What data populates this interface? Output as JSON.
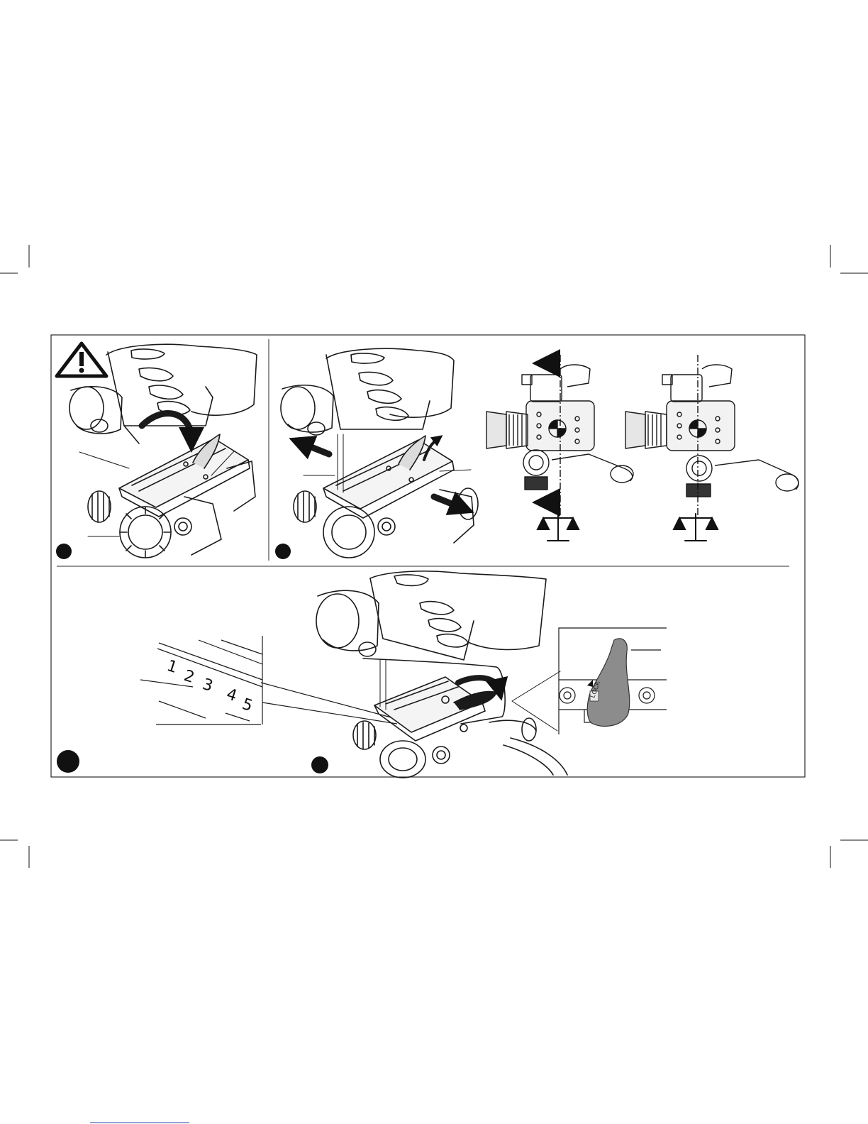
{
  "page": {
    "background": "#ffffff",
    "ink": "#1a1a1a",
    "panel_border": "#2b2b2b",
    "lever_fill": "#8c8c8c",
    "bottom_rule_color": "#2244aa"
  },
  "icons": {
    "warning": "warning-triangle-icon",
    "balance_scale": "balance-scale-icon",
    "arrow": "arrow-icon",
    "step_marker": "step-number-marker"
  },
  "illustrations": {
    "step1": "camera-mount-step-1",
    "step2": "camera-slide-step-2",
    "step3": "camera-lock-step-3",
    "balance_off": "camera-balance-off-center",
    "balance_on": "camera-balance-centered"
  },
  "scale_detail": {
    "ticks": [
      "1",
      "2",
      "3",
      "4",
      "5"
    ]
  },
  "lock_detail": {
    "lock_label": "LOCK"
  }
}
